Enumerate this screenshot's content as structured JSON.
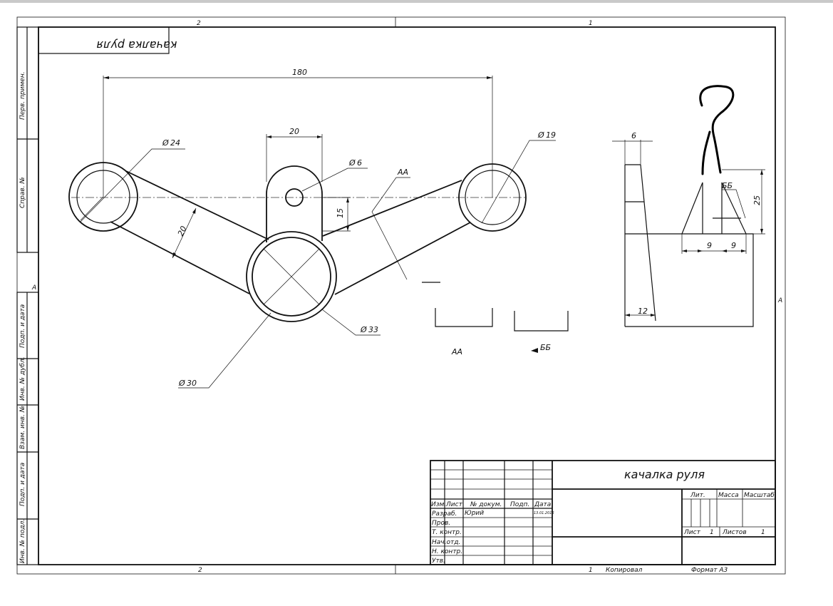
{
  "drawing": {
    "title": "качалка руля",
    "mirrored_stamp": "качалка руля"
  },
  "frame": {
    "zone_top_left": "2",
    "zone_top_right": "1",
    "zone_bottom_left": "2",
    "zone_bottom_right": "1",
    "zone_side_left": "A",
    "zone_side_right": "A",
    "copied_label": "Копировал",
    "format_label": "Формат А3"
  },
  "side_columns": {
    "perv_primen": "Перв. примен.",
    "sprav_no": "Справ. №",
    "podp_data_1": "Подп. и дата",
    "inv_dubl": "Инв. № дубл.",
    "vzam_inv": "Взам. инв. №",
    "podp_data_2": "Подп. и дата",
    "inv_podl": "Инв. № подл."
  },
  "dimensions": {
    "d180": "180",
    "d20_top": "20",
    "d6": "6",
    "d24": "24",
    "d19": "19",
    "d15": "15",
    "d20_arm": "20",
    "d33": "33",
    "d30": "30",
    "side_6": "6",
    "side_12": "12",
    "side_25": "25",
    "side_9a": "9",
    "side_9b": "9",
    "diameter_symbol": "Ø"
  },
  "sections": {
    "aa_cut": "АА",
    "bb_cut": "ББ",
    "aa_label": "АА",
    "bb_label": "ББ"
  },
  "title_block": {
    "col_izm": "Изм.",
    "col_list": "Лист",
    "col_doc": "№ докум.",
    "col_podp": "Подп.",
    "col_data": "Дата",
    "row_razrab": "Разраб.",
    "row_prov": "Пров.",
    "row_tkontr": "Т. контр.",
    "row_nachotd": "Нач.отд.",
    "row_nkontr": "Н. контр.",
    "row_utv": "Утв.",
    "razrab_name": "Юрий",
    "razrab_date": "13.01.2015",
    "lit": "Лит.",
    "massa": "Масса",
    "masshtab": "Масштаб",
    "sheet_label": "Лист",
    "sheet_no": "1",
    "sheets_label": "Листов",
    "sheets_count": "1"
  }
}
